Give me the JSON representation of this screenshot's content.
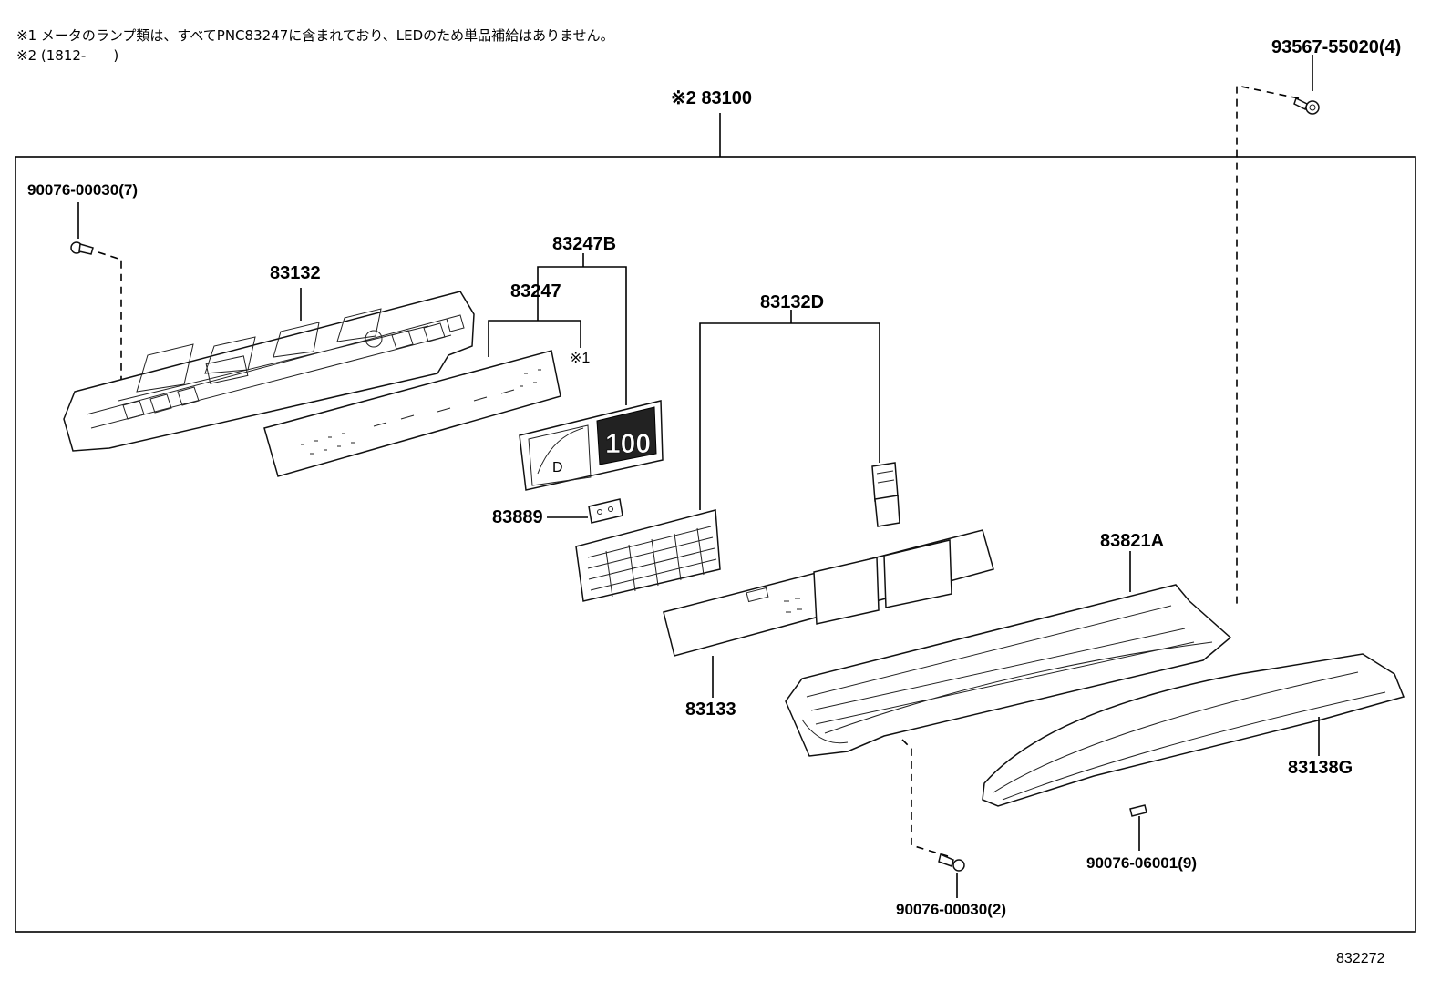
{
  "notes": {
    "note1": "※1 メータのランプ類は、すべてPNC83247に含まれており、LEDのため単品補給はありません。",
    "note2": "※2 (1812-　　)"
  },
  "assembly": {
    "label": "※2 83100"
  },
  "parts": {
    "p93567": "93567-55020(4)",
    "p90076_7": "90076-00030(7)",
    "p83132": "83132",
    "p83247B": "83247B",
    "p83247": "83247",
    "mark1": "※1",
    "p83132D": "83132D",
    "p83889": "83889",
    "p83821A": "83821A",
    "p83133": "83133",
    "p83138G": "83138G",
    "p90076_06001": "90076-06001(9)",
    "p90076_2": "90076-00030(2)"
  },
  "display": {
    "digits": "100",
    "gear": "D"
  },
  "figure_id": "832272"
}
